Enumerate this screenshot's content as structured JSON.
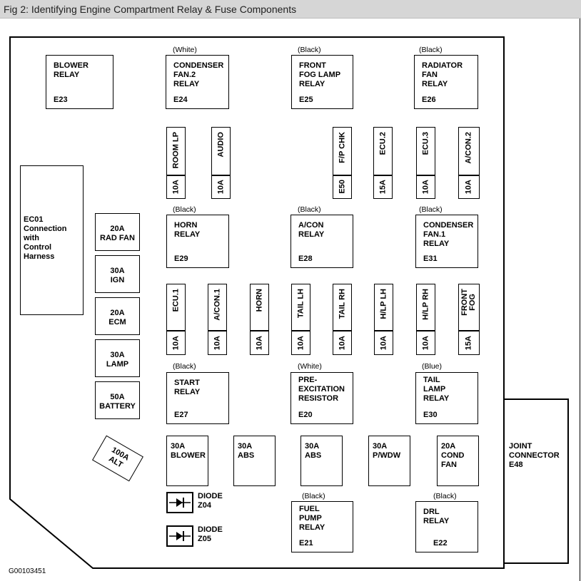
{
  "figure": {
    "caption": "Fig 2: Identifying Engine Compartment Relay & Fuse Components",
    "id_code": "G00103451"
  },
  "relays": [
    {
      "key": "blower",
      "color": "",
      "label": "BLOWER\nRELAY",
      "code": "E23"
    },
    {
      "key": "condfan2",
      "color": "(White)",
      "label": "CONDENSER\nFAN.2\nRELAY",
      "code": "E24"
    },
    {
      "key": "fog",
      "color": "(Black)",
      "label": "FRONT\nFOG LAMP\nRELAY",
      "code": "E25"
    },
    {
      "key": "radfan",
      "color": "(Black)",
      "label": "RADIATOR\nFAN\nRELAY",
      "code": "E26"
    },
    {
      "key": "horn",
      "color": "(Black)",
      "label": "HORN\nRELAY",
      "code": "E29"
    },
    {
      "key": "acon",
      "color": "(Black)",
      "label": "A/CON\nRELAY",
      "code": "E28"
    },
    {
      "key": "condfan1",
      "color": "(Black)",
      "label": "CONDENSER\nFAN.1\nRELAY",
      "code": "E31"
    },
    {
      "key": "start",
      "color": "(Black)",
      "label": "START\nRELAY",
      "code": "E27"
    },
    {
      "key": "preexc",
      "color": "(White)",
      "label": "PRE-\nEXCITATION\nRESISTOR",
      "code": "E20"
    },
    {
      "key": "taillamp",
      "color": "(Blue)",
      "label": "TAIL\nLAMP\nRELAY",
      "code": "E30"
    },
    {
      "key": "fuelpump",
      "color": "(Black)",
      "label": "FUEL\nPUMP\nRELAY",
      "code": "E21"
    },
    {
      "key": "drl",
      "color": "(Black)",
      "label": "DRL\nRELAY",
      "code": "E22"
    }
  ],
  "mini_fuses_top": [
    {
      "name": "ROOM LP",
      "amp": "10A"
    },
    {
      "name": "AUDIO",
      "amp": "10A"
    },
    {
      "name": "F/P CHK",
      "amp": "E50"
    },
    {
      "name": "ECU.2",
      "amp": "15A"
    },
    {
      "name": "ECU.3",
      "amp": "10A"
    },
    {
      "name": "A/CON.2",
      "amp": "10A"
    }
  ],
  "mini_fuses_mid": [
    {
      "name": "ECU.1",
      "amp": "10A"
    },
    {
      "name": "A/CON.1",
      "amp": "10A"
    },
    {
      "name": "HORN",
      "amp": "10A"
    },
    {
      "name": "TAIL LH",
      "amp": "10A"
    },
    {
      "name": "TAIL RH",
      "amp": "10A"
    },
    {
      "name": "H/LP LH",
      "amp": "10A"
    },
    {
      "name": "H/LP RH",
      "amp": "10A"
    },
    {
      "name": "FRONT\nFOG",
      "amp": "15A"
    }
  ],
  "left_fuses": [
    {
      "text": "20A\nRAD FAN"
    },
    {
      "text": "30A\nIGN"
    },
    {
      "text": "20A\nECM"
    },
    {
      "text": "30A\nLAMP"
    },
    {
      "text": "50A\nBATTERY"
    }
  ],
  "bottom_fuses": [
    {
      "text": "30A\nBLOWER"
    },
    {
      "text": "30A\nABS"
    },
    {
      "text": "30A\nABS"
    },
    {
      "text": "30A\nP/WDW"
    },
    {
      "text": "20A\nCOND\nFAN"
    }
  ],
  "ec01": {
    "text": "EC01\nConnection\nwith\nControl\nHarness"
  },
  "alt_fuse": {
    "text": "100A\nALT"
  },
  "diodes": [
    {
      "text": "DIODE\nZ04"
    },
    {
      "text": "DIODE\nZ05"
    }
  ],
  "joint_connector": {
    "text": "JOINT\nCONNECTOR\nE48"
  }
}
